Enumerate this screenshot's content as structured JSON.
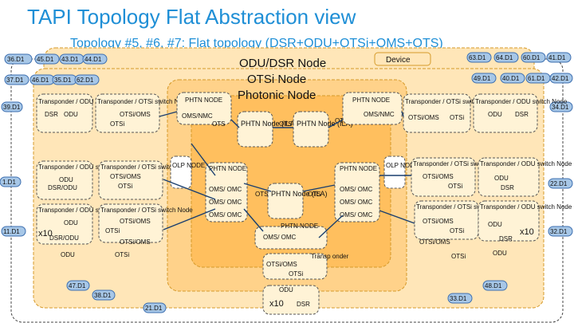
{
  "title": "TAPI Topology Flat Abstraction view",
  "subtitle": "Topology #5, #6, #7: Flat topology (DSR+ODU+OTSi+OMS+OTS)",
  "legend": {
    "odu": "ODU/DSR Node",
    "otsi": "OTSi Node",
    "photonic": "Photonic Node",
    "device": "Device"
  },
  "ports": {
    "p36": "36.D1",
    "p45": "45.D1",
    "p43": "43.D1",
    "p44": "44.D1",
    "p37": "37.D1",
    "p46": "46.D1",
    "p35": "35.D1",
    "p62": "62.D1",
    "p39": "39.D1",
    "p1": "1.D1",
    "p11": "11.D1",
    "p63": "63.D1",
    "p64": "64.D1",
    "p60": "60.D1",
    "p41": "41.D1",
    "p49": "49.D1",
    "p40": "40.D1",
    "p61": "61.D1",
    "p42": "42.D1",
    "p34": "34.D1",
    "p22": "22.D1",
    "p32": "32.D1",
    "p47": "47.D1",
    "p38": "38.D1",
    "p21": "21.D1",
    "p48": "48.D1",
    "p33": "33.D1"
  },
  "nodes": {
    "tp_otsi": "Transponder / OTSi switch Node",
    "tp_odu": "Transponder / ODU switch Node",
    "phtn": "PHTN NODE",
    "phtn_ila": "PHTN Node (ILA)",
    "olp": "OLP NODE",
    "odu": "ODU",
    "dsr": "DSR",
    "dsr_odu": "DSR/ODU",
    "otsi": "OTSi",
    "otsi_oms": "OTSi/OMS",
    "oms_nmc": "OMS/NMC",
    "ots": "OTS",
    "oms_omc": "OMS/ OMC",
    "x10": "x10",
    "transponder": "Transp onder"
  }
}
